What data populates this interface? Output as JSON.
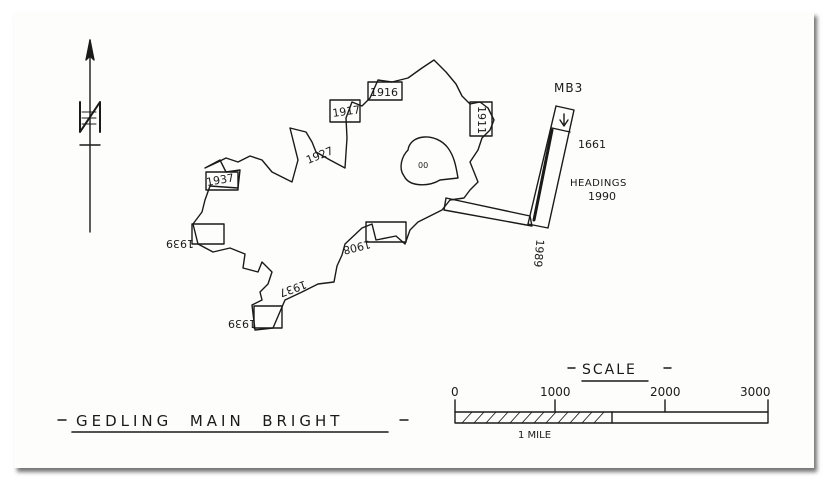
{
  "title": "GEDLING  MAIN  BRIGHT",
  "north_letter": "N",
  "workings": {
    "year_labels": [
      "1916",
      "1917",
      "1911",
      "1927",
      "1937",
      "1939",
      "1908",
      "1937",
      "1939"
    ],
    "bottom_label": "1989",
    "shaft_top_label": "1661",
    "shaft_label": "MB3",
    "headings_label": "HEADINGS",
    "headings_year": "1990",
    "pillar_label": "00"
  },
  "scale": {
    "heading": "SCALE",
    "ticks": [
      "0",
      "1000",
      "2000",
      "3000"
    ],
    "mile_label": "1 MILE"
  },
  "colors": {
    "ink": "#1a1a1a",
    "paper": "#fdfdfb"
  }
}
